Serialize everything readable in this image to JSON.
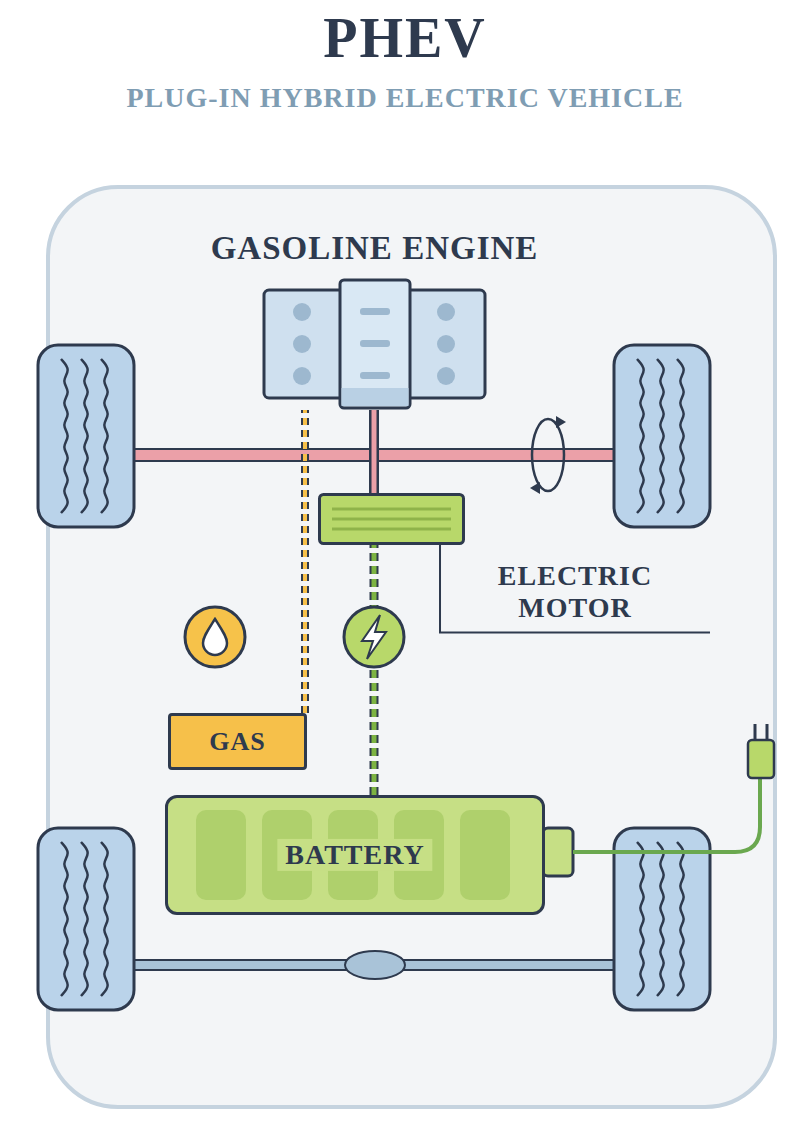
{
  "diagram": {
    "title": "PHEV",
    "nodes": [
      {
        "text": [
          "GASOLINE ENGINE"
        ]
      },
      {
        "text": [
          "ELECTRIC MOTOR"
        ]
      },
      {
        "text": [
          "GAS"
        ]
      },
      {
        "text": [
          "BATTERY"
        ]
      }
    ],
    "edges": [
      {
        "from": 0,
        "to": 1,
        "arrow": "none"
      },
      {
        "from": 2,
        "to": 0,
        "arrow": "none"
      },
      {
        "from": 3,
        "to": 1,
        "arrow": "none"
      }
    ],
    "labels": [
      "PLUG-IN HYBRID ELECTRIC VEHICLE"
    ]
  }
}
